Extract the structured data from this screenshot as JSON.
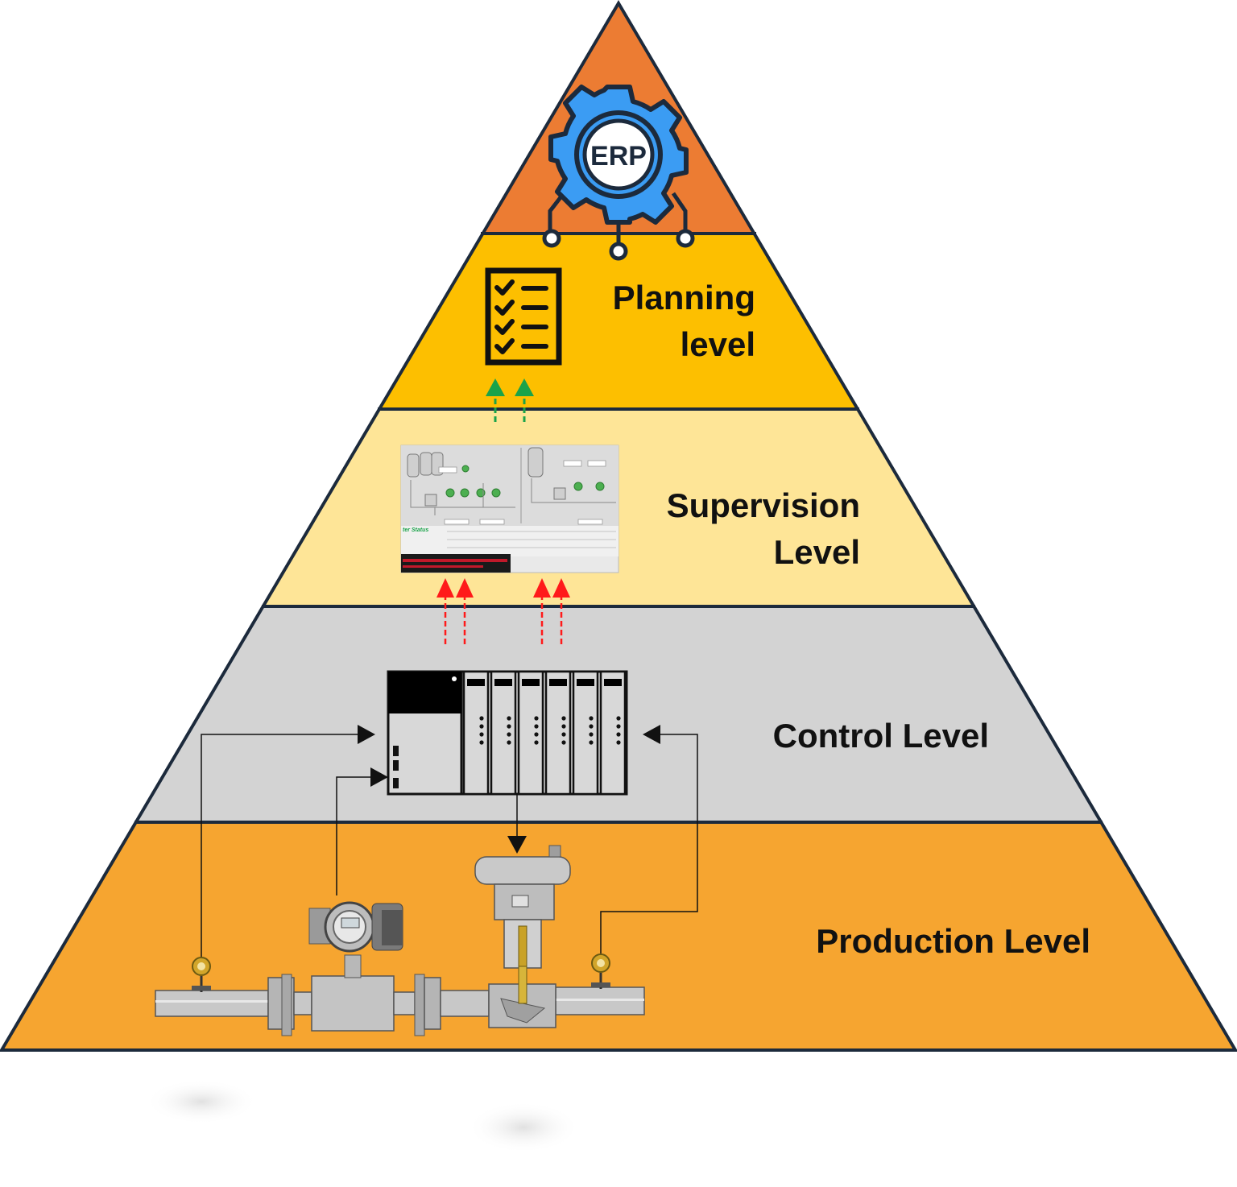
{
  "colors": {
    "erp": "#ec7c33",
    "planning": "#fdbf00",
    "supervision": "#fee597",
    "control": "#d3d3d3",
    "production": "#f6a530",
    "outline": "#1c2a3c",
    "gear": "#3b9cf3",
    "green_arrow": "#1aa34a",
    "red_arrow": "#ff1a1a"
  },
  "levels": {
    "erp": {
      "badge": "ERP",
      "icon": "gear-icon"
    },
    "planning": {
      "line1": "Planning",
      "line2": "level",
      "icon": "checklist-icon"
    },
    "supervision": {
      "line1": "Supervision",
      "line2": "Level",
      "icon": "scada-screen-icon"
    },
    "control": {
      "label": "Control Level",
      "icon": "plc-rack-icon"
    },
    "production": {
      "label": "Production Level",
      "icon": "pipeline-instruments-icon"
    }
  }
}
